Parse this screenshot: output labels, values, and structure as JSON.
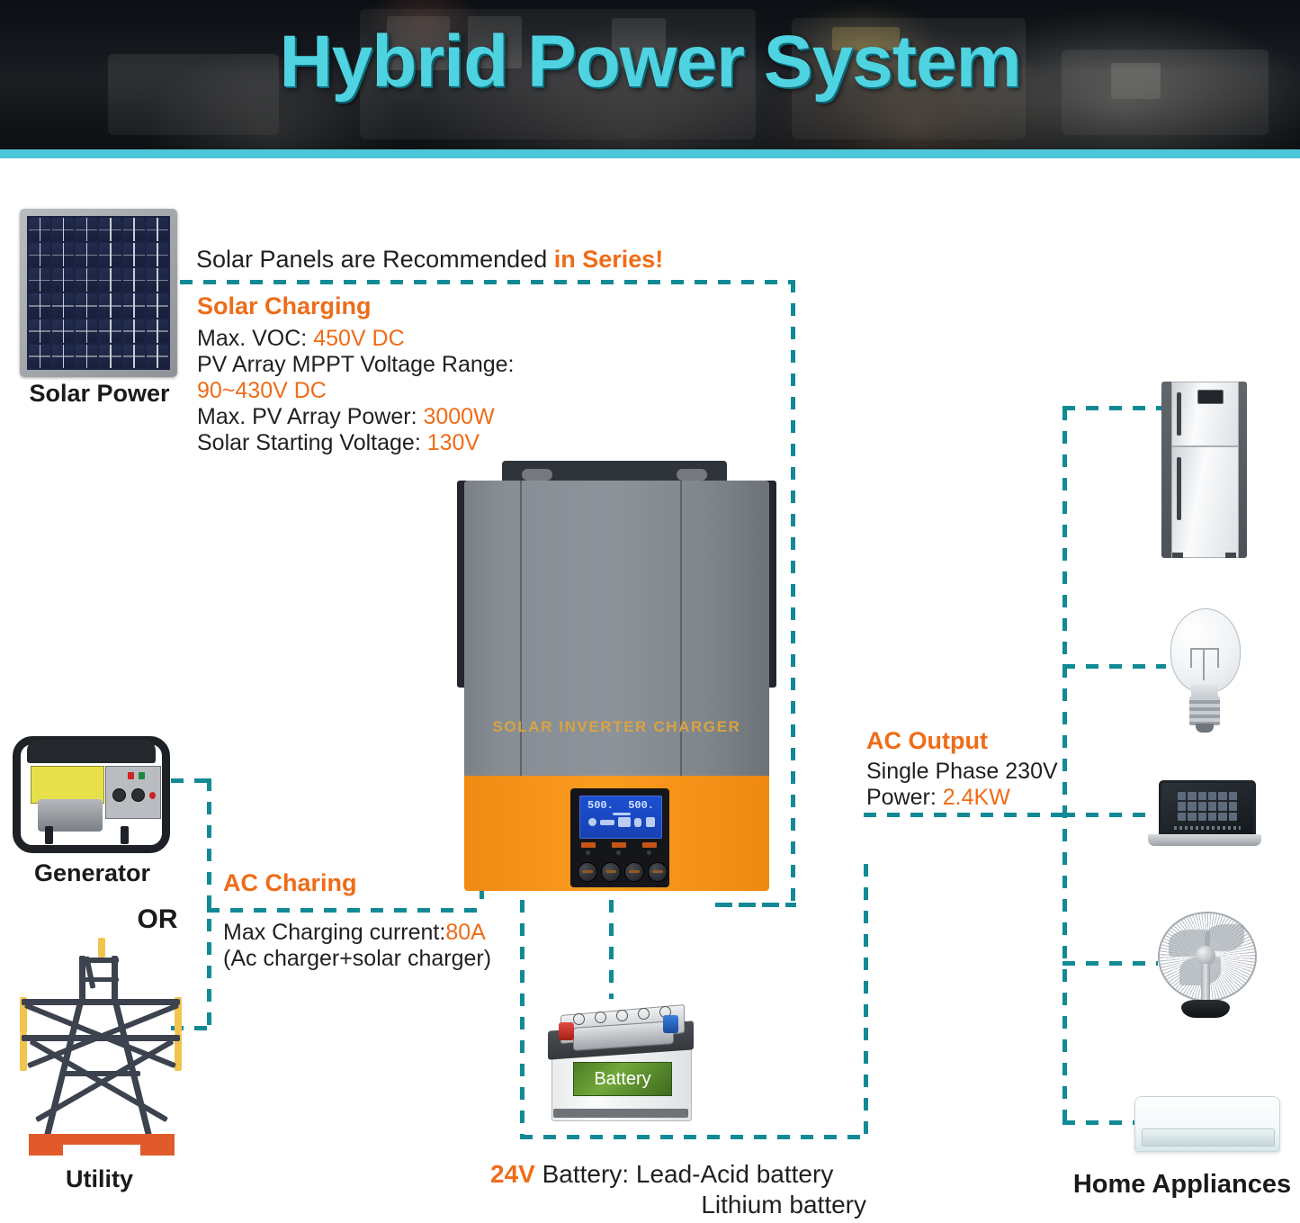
{
  "header": {
    "title": "Hybrid Power System"
  },
  "solar": {
    "caption": "Solar Power",
    "recommend_prefix": "Solar Panels are Recommended ",
    "recommend_highlight": "in Series!",
    "section_title": "Solar Charging",
    "specs": [
      {
        "label": "Max. VOC: ",
        "value": "450V DC"
      },
      {
        "label": "PV Array MPPT Voltage Range:",
        "value": ""
      },
      {
        "label": "",
        "value": "90~430V DC"
      },
      {
        "label": "Max. PV Array Power: ",
        "value": "3000W"
      },
      {
        "label": "Solar Starting Voltage: ",
        "value": "130V"
      }
    ]
  },
  "inverter": {
    "brand_text": "SOLAR INVERTER CHARGER",
    "lcd": {
      "left_value": "500.",
      "right_value": "500."
    },
    "leds": [
      "#d35b1c",
      "#d35b1c",
      "#d35b1c"
    ]
  },
  "sources": {
    "generator_caption": "Generator",
    "or_label": "OR",
    "utility_caption": "Utility",
    "ac_charging_title": "AC Charing",
    "ac_charging_line1_label": "Max Charging current:",
    "ac_charging_line1_value": "80A",
    "ac_charging_line2": "(Ac charger+solar charger)"
  },
  "battery": {
    "graphic_label": "Battery",
    "voltage": "24V",
    "caption_rest": " Battery: Lead-Acid battery",
    "caption_line2": "Lithium battery"
  },
  "output": {
    "section_title": "AC Output",
    "line1": "Single Phase 230V",
    "line2_label": "Power: ",
    "line2_value": "2.4KW",
    "appliances_caption": "Home Appliances"
  },
  "colors": {
    "accent_orange": "#ef6c18",
    "dash_teal": "#128a96",
    "header_cyan": "#4fd3e0"
  }
}
